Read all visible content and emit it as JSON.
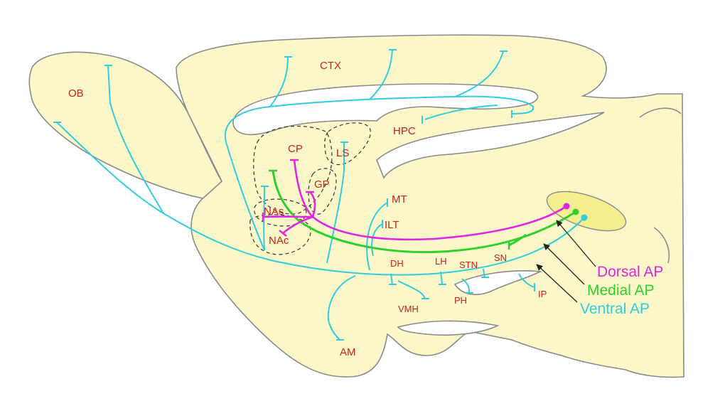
{
  "colors": {
    "brain_fill": "#fbf7c8",
    "brain_stroke": "#8a8a8a",
    "ventricle_fill": "#ffffff",
    "nucleus_fill": "#f5ee8f",
    "label": "#cc1f1f",
    "dorsal": "#e026e0",
    "medial": "#2fcf2f",
    "ventral": "#33ccde",
    "arrow": "#222222",
    "dashed": "#333333"
  },
  "regions": {
    "ob": "OB",
    "ctx": "CTX",
    "hpc": "HPC",
    "cp": "CP",
    "ls": "LS",
    "gp": "GP",
    "nas": "NAs",
    "nac": "NAc",
    "mt": "MT",
    "ilt": "ILT",
    "dh": "DH",
    "lh": "LH",
    "stn": "STN",
    "sn": "SN",
    "vmh": "VMH",
    "ph": "PH",
    "ip": "IP",
    "am": "AM"
  },
  "legend": {
    "dorsal": "Dorsal AP",
    "medial": "Medial AP",
    "ventral": "Ventral AP"
  },
  "icons": {
    "pathway_terminal": "bar-terminal",
    "soma": "filled-circle",
    "pointer": "arrow"
  }
}
